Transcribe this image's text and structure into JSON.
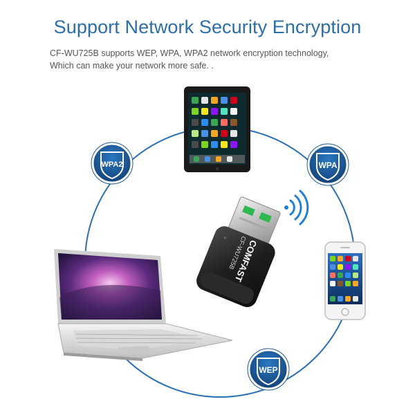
{
  "header": {
    "title": "Support Network Security Encryption",
    "description_line1": "CF-WU725B supports WEP, WPA, WPA2 network encryption technology,",
    "description_line2": "Which can make your network more safe. ."
  },
  "badges": {
    "wpa2": "WPA2",
    "wpa": "WPA",
    "wep": "WEP"
  },
  "adapter": {
    "brand": "COMFAST",
    "model": "CF-WU725B"
  },
  "colors": {
    "title": "#2b6ea8",
    "ring": "#2a6fb2",
    "badge": "#1c5a9c",
    "wifi_waves": "#1e7fd6"
  },
  "icons": {
    "wifi": "wifi-signal-icon",
    "shield": "shield-icon"
  }
}
